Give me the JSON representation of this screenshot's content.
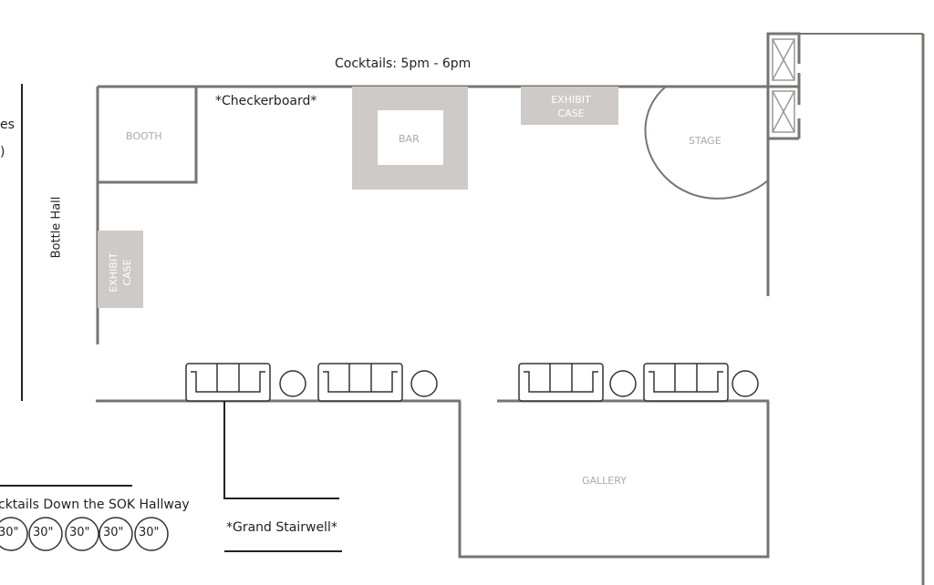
{
  "title": "Cocktails: 5pm - 6pm",
  "labels": {
    "checkerboard": "*Checkerboard*",
    "booth": "BOOTH",
    "bar": "BAR",
    "exhibit_case_top": "EXHIBIT CASE",
    "exhibit_case_left": "EXHIBIT CASE",
    "stage": "STAGE",
    "bottle_hall": "Bottle Hall",
    "gallery": "GALLERY",
    "grand_stairwell": "*Grand Stairwell*",
    "hallway": "cktails Down the SOK Hallway",
    "left_cut_1": "es",
    "left_cut_2": ")"
  },
  "hallway_tables": [
    "30\"",
    "30\"",
    "30\"",
    "30\"",
    "30\""
  ],
  "colors": {
    "wall": "#7a7470",
    "fixture": "#cdcac8",
    "line": "#222222"
  }
}
